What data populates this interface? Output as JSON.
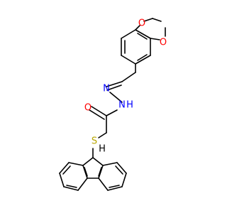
{
  "colors": {
    "bond": "#000000",
    "carbon": "#000000",
    "oxygen": "#ff0000",
    "nitrogen": "#0000ff",
    "sulfur": "#b8a600"
  },
  "atoms": {
    "o_ring_top": "O",
    "o_ring_right": "O",
    "n_imine": "N",
    "n_amide": "N",
    "h_amide": "H",
    "o_carbonyl": "O",
    "s_thioether": "S",
    "h_fluorenyl": "H"
  }
}
